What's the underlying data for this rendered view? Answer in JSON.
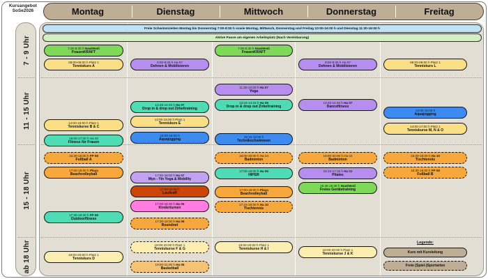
{
  "title": {
    "line1": "Kursangebot",
    "line2": "SoSe2026"
  },
  "days": [
    "Montag",
    "Dienstag",
    "Mittwoch",
    "Donnerstag",
    "Freitag"
  ],
  "time_bands": [
    "7 - 9 Uhr",
    "11 - 15 Uhr",
    "15 - 18 Uhr",
    "ab 18 Uhr"
  ],
  "banners": [
    {
      "name": "swim-times",
      "text": "Freie Schwimmzeiten Montag bis Donnerstag 7:00-8:00 h sowie Montag, Mittwoch, Donnerstag und Freitag 10:00-16:00 h und Dienstag 11:30-16:00 h",
      "color": "#bfe3f5"
    },
    {
      "name": "active-pause",
      "text": "Aktive Pause am eigenen Arbeitsplatz (Nach Vereinbarung)",
      "color": "#d4eec4"
    }
  ],
  "legend": {
    "title": "Legende:",
    "items": [
      {
        "label": "Kurs mit Kursleitung",
        "color": "#bdae95",
        "style": "solid"
      },
      {
        "label": "Freie (Spiel-)Sportarten",
        "color": "#bdae95",
        "style": "dashed"
      }
    ]
  },
  "courses": {
    "montag": [
      {
        "time": "7:30-8:30 h",
        "code": "NawiMedi",
        "name": "FrauenKRAFT",
        "color": "#7fd958",
        "style": "solid"
      },
      {
        "time": "08:00-09:00 h",
        "code": "Platz 1",
        "name": "Tenniskurs A",
        "color": "#fbdf86",
        "style": "solid"
      },
      {
        "time": "14:00-16:00 h",
        "code": "Platz 1",
        "name": "Tenniskurse B & C",
        "color": "#fbdf86",
        "style": "solid"
      },
      {
        "time": "16:00-17:00 h",
        "code": "Ha 03",
        "name": "Fitness für Frauen",
        "color": "#4fdbb4",
        "style": "solid"
      },
      {
        "time": "16:30-18:00 h",
        "code": "FP 08",
        "name": "Fußball A",
        "color": "#f6a83c",
        "style": "dashed"
      },
      {
        "time": "17:00-18:00 h",
        "code": "Playa",
        "name": "Beachvolleyball",
        "color": "#f6a83c",
        "style": "solid"
      },
      {
        "time": "17:30-18:30 h",
        "code": "FP 09",
        "name": "Outdoorfitness",
        "color": "#4fdbb4",
        "style": "solid"
      },
      {
        "time": "19:00-20:00 h",
        "code": "Platz 1",
        "name": "Tenniskurs D",
        "color": "#fbeeb0",
        "style": "solid"
      }
    ],
    "dienstag": [
      {
        "time": "8:00-8:45 h",
        "code": "Ha 07",
        "name": "Dehnen & Mobilisieren",
        "color": "#b68ef0",
        "style": "solid"
      },
      {
        "time": "13:45-14:45 h",
        "code": "Ha 07",
        "name": "Drop in & drop out Zirkeltraining",
        "color": "#4fdbb4",
        "style": "solid"
      },
      {
        "time": "14:00-15:00 h",
        "code": "Platz 1",
        "name": "Tenniskurs E",
        "color": "#fbdf86",
        "style": "solid"
      },
      {
        "time": "15:00-16:00 h",
        "code": "",
        "name": "Aquajogging",
        "color": "#3d8bef",
        "style": "solid"
      },
      {
        "time": "17:00-18:00 h",
        "code": "Ha 07",
        "name": "Myo - Yin Yoga & Mobility",
        "color": "#c2a2f2",
        "style": "solid"
      },
      {
        "time": "17:00-18:00 h",
        "code": "",
        "name": "Lauftreff",
        "color": "#cc4507",
        "style": "solid"
      },
      {
        "time": "17:00-18:30 h",
        "code": "Ha 05",
        "name": "Kinderturnen",
        "color": "#ff7de0",
        "style": "solid"
      },
      {
        "time": "17:30-19:30 h",
        "code": "Ha 09",
        "name": "Roundnet",
        "color": "#f6a83c",
        "style": "dashed"
      },
      {
        "time": "18:00-20:00 h",
        "code": "Platz 1",
        "name": "Tenniskurse F & G",
        "color": "#fbeeb0",
        "style": "dashed"
      },
      {
        "time": "19:00-21:00 h",
        "code": "Ha 05",
        "name": "Basketball",
        "color": "#f6c274",
        "style": "dashed"
      }
    ],
    "mittwoch": [
      {
        "time": "7:30-8:30 h",
        "code": "NawiMedi",
        "name": "FrauenKRAFT",
        "color": "#7fd958",
        "style": "solid"
      },
      {
        "time": "11:30-12:30 h",
        "code": "Ha 07",
        "name": "Yoga",
        "color": "#b68ef0",
        "style": "solid"
      },
      {
        "time": "13:15-14:15 h",
        "code": "Ha 06",
        "name": "Drop in & drop out Zirkeltraining",
        "color": "#4fdbb4",
        "style": "solid"
      },
      {
        "time": "15:15-16:00 h",
        "code": "",
        "name": "Technikschwimmen",
        "color": "#3d8bef",
        "style": "solid"
      },
      {
        "time": "16:00-20:00 h",
        "code": "Ha 24",
        "name": "Badminton",
        "color": "#f6a83c",
        "style": "dashed"
      },
      {
        "time": "17:00-18:00 h",
        "code": "Ha 06",
        "name": "HIPER",
        "color": "#4fdbb4",
        "style": "solid"
      },
      {
        "time": "17:00-18:00 h",
        "code": "Playa",
        "name": "Beachvolleyball",
        "color": "#f6a83c",
        "style": "solid"
      },
      {
        "time": "17:15-19:00 h",
        "code": "Ha 10",
        "name": "Tischtennis",
        "color": "#f6a83c",
        "style": "dashed"
      },
      {
        "time": "18:00-20:00 h",
        "code": "Platz 1",
        "name": "Tenniskurse H & I",
        "color": "#fbeeb0",
        "style": "solid"
      }
    ],
    "donnerstag": [
      {
        "time": "8:00-8:45 h",
        "code": "Ha 07",
        "name": "Dehnen & Mobilisieren",
        "color": "#b68ef0",
        "style": "solid"
      },
      {
        "time": "13:45-14:45 h",
        "code": "Ha 07",
        "name": "Dancefitness",
        "color": "#b68ef0",
        "style": "solid"
      },
      {
        "time": "16:00-20:00 h",
        "code": "Ha 24",
        "name": "Badminton",
        "color": "#f6a83c",
        "style": "dashed"
      },
      {
        "time": "16:15-17:15 h",
        "code": "Ha 01",
        "name": "Pilates",
        "color": "#b68ef0",
        "style": "solid"
      },
      {
        "time": "16:45-18:45 h",
        "code": "NawiMedi",
        "name": "Freies Gerätetraining",
        "color": "#7fd958",
        "style": "solid"
      },
      {
        "time": "18:00-20:00 h",
        "code": "Platz 1",
        "name": "Tenniskurse J & K",
        "color": "#fbeeb0",
        "style": "solid"
      }
    ],
    "freitag": [
      {
        "time": "08:00-09:00 h",
        "code": "Platz 1",
        "name": "Tenniskurs L",
        "color": "#fbdf86",
        "style": "solid"
      },
      {
        "time": "14:00-15:00 h",
        "code": "",
        "name": "Aquajogging",
        "color": "#3d8bef",
        "style": "solid"
      },
      {
        "time": "14:00-17:00 h",
        "code": "Platz 1",
        "name": "Tenniskurse M, N & O",
        "color": "#fbdf86",
        "style": "solid"
      },
      {
        "time": "15:30-18:00 h",
        "code": "Ha 10",
        "name": "Tischtennis",
        "color": "#f6a83c",
        "style": "dashed"
      },
      {
        "time": "16:30-18:00 h",
        "code": "FP 08",
        "name": "Fußball B",
        "color": "#f6a83c",
        "style": "dashed"
      }
    ]
  }
}
